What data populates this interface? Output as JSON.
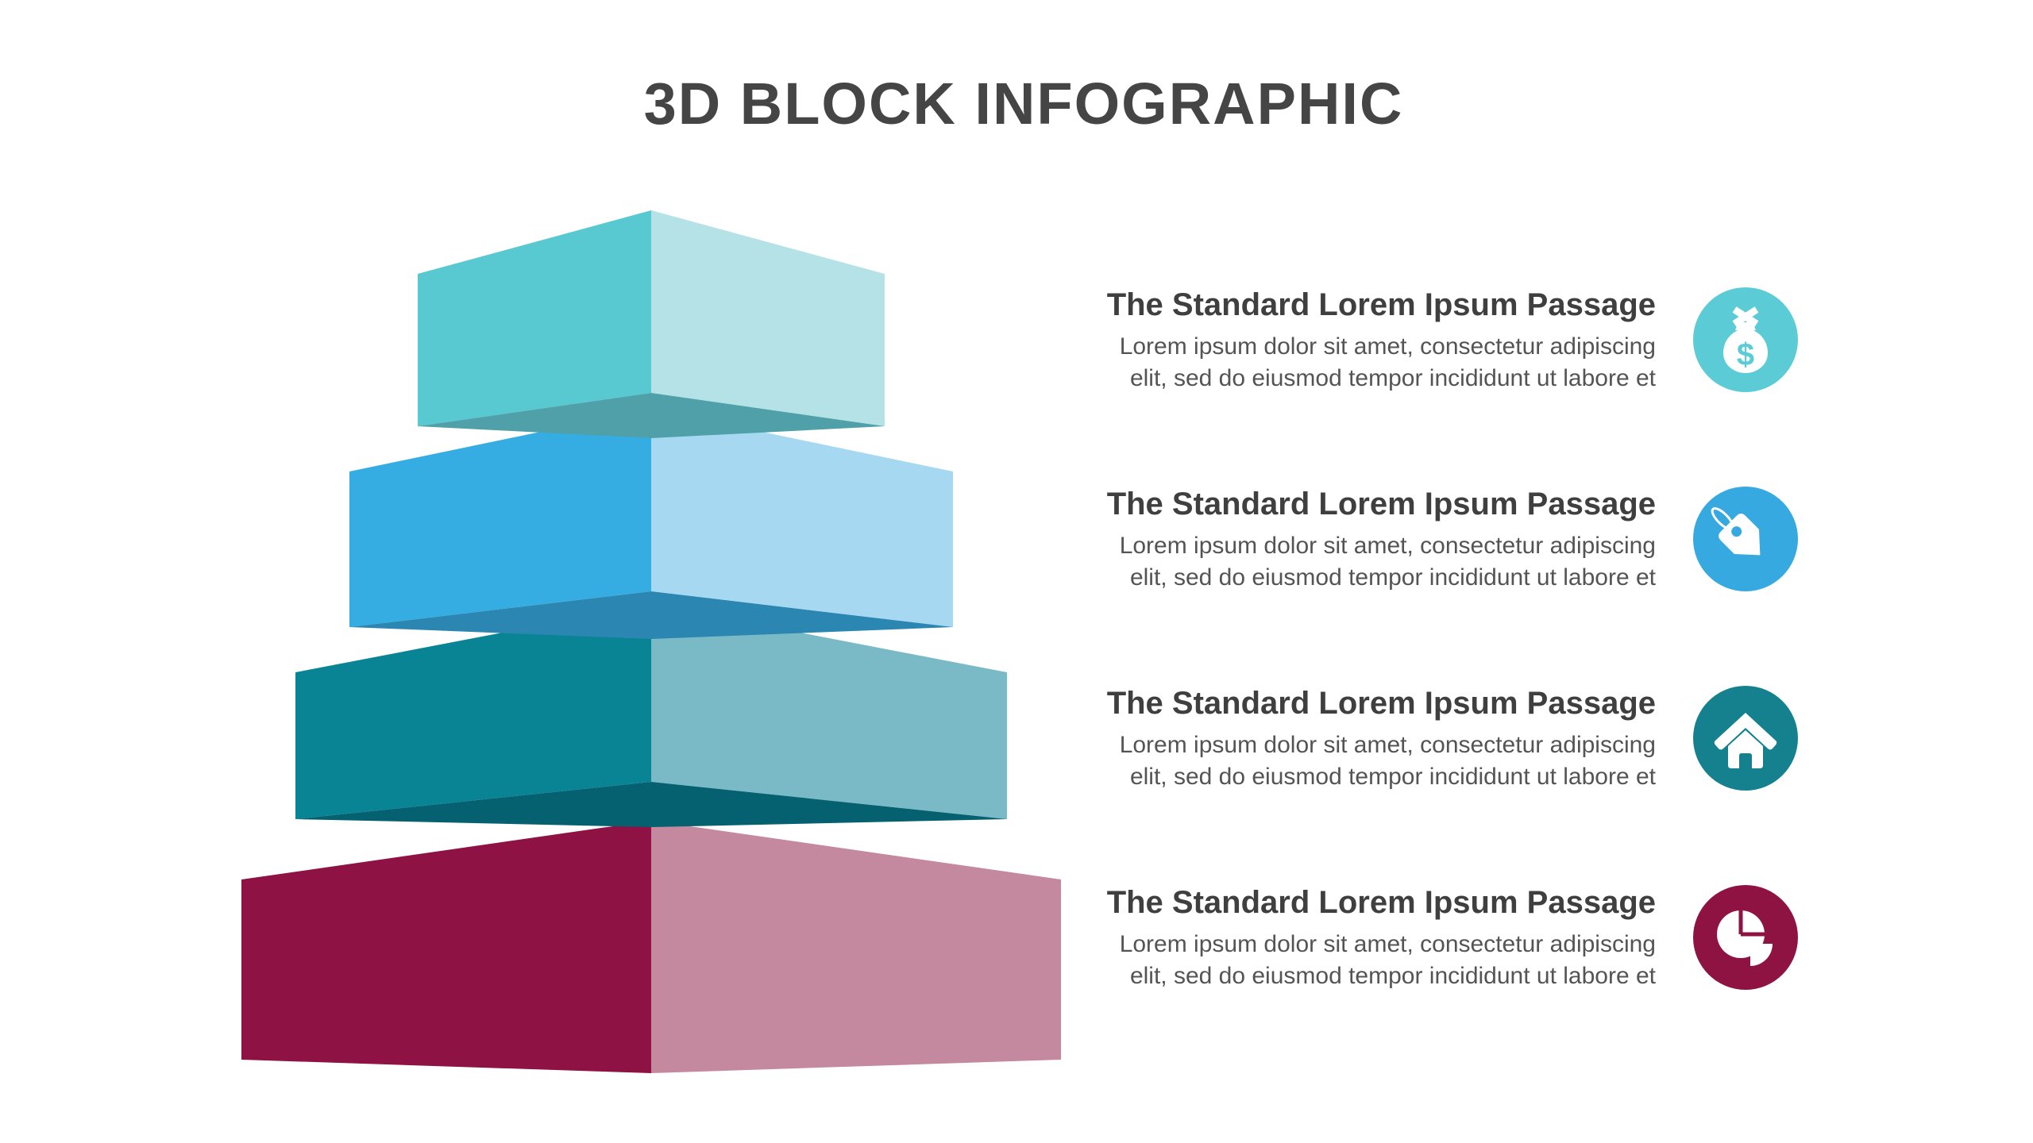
{
  "title": "3D BLOCK INFOGRAPHIC",
  "colors": {
    "background": "#FFFFFF",
    "title_text": "#454545",
    "item_title_text": "#3F3F3F",
    "item_body_text": "#545454",
    "icon_glyph": "#FFFFFF"
  },
  "pyramid": {
    "blocks": [
      {
        "level": 1,
        "left_color": "#58C8D1",
        "right_color": "#B5E2E7",
        "bevel_color": "#4FA0A9"
      },
      {
        "level": 2,
        "left_color": "#36ADE2",
        "right_color": "#A6D8F2",
        "bevel_color": "#2C86B2"
      },
      {
        "level": 3,
        "left_color": "#088495",
        "right_color": "#7ABAC6",
        "bevel_color": "#05616F"
      },
      {
        "level": 4,
        "left_color": "#8E1244",
        "right_color": "#C4899E"
      }
    ]
  },
  "items": [
    {
      "title": "The Standard Lorem Ipsum Passage",
      "body_lines": [
        "Lorem ipsum dolor sit amet, consectetur adipiscing",
        "elit, sed do eiusmod tempor incididunt ut labore et"
      ],
      "icon": "money-bag-icon",
      "icon_symbol": "$",
      "circle_color": "#5BCCD6"
    },
    {
      "title": "The Standard Lorem Ipsum Passage",
      "body_lines": [
        "Lorem ipsum dolor sit amet, consectetur adipiscing",
        "elit, sed do eiusmod tempor incididunt ut labore et"
      ],
      "icon": "price-tag-icon",
      "circle_color": "#36A9E1"
    },
    {
      "title": "The Standard Lorem Ipsum Passage",
      "body_lines": [
        "Lorem ipsum dolor sit amet, consectetur adipiscing",
        "elit, sed do eiusmod tempor incididunt ut labore et"
      ],
      "icon": "home-icon",
      "circle_color": "#15818F"
    },
    {
      "title": "The Standard Lorem Ipsum Passage",
      "body_lines": [
        "Lorem ipsum dolor sit amet, consectetur adipiscing",
        "elit, sed do eiusmod tempor incididunt ut labore et"
      ],
      "icon": "pie-chart-icon",
      "circle_color": "#8E1343"
    }
  ]
}
